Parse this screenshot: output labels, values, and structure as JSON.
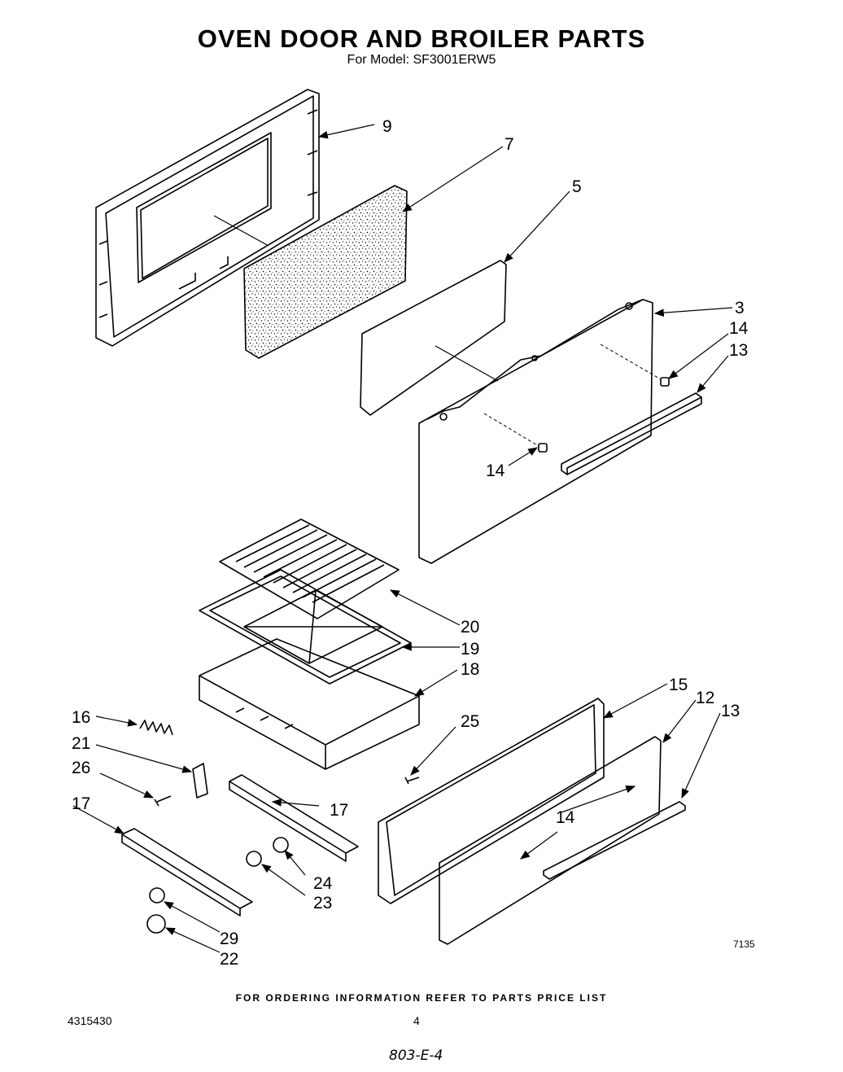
{
  "title": "OVEN DOOR AND BROILER PARTS",
  "subtitle": "For Model: SF3001ERW5",
  "callouts": {
    "c9": "9",
    "c7": "7",
    "c5": "5",
    "c3": "3",
    "c14a": "14",
    "c13a": "13",
    "c14b": "14",
    "c20": "20",
    "c19": "19",
    "c18": "18",
    "c15": "15",
    "c12": "12",
    "c13b": "13",
    "c16": "16",
    "c21": "21",
    "c26": "26",
    "c25": "25",
    "c17a": "17",
    "c17b": "17",
    "c14c": "14",
    "c24": "24",
    "c23": "23",
    "c29": "29",
    "c22": "22"
  },
  "diagram_code": "7135",
  "footer": {
    "ordering_note": "FOR ORDERING INFORMATION REFER TO PARTS PRICE LIST",
    "doc_number": "4315430",
    "page_number": "4",
    "handwritten_note": "803-E-4"
  }
}
